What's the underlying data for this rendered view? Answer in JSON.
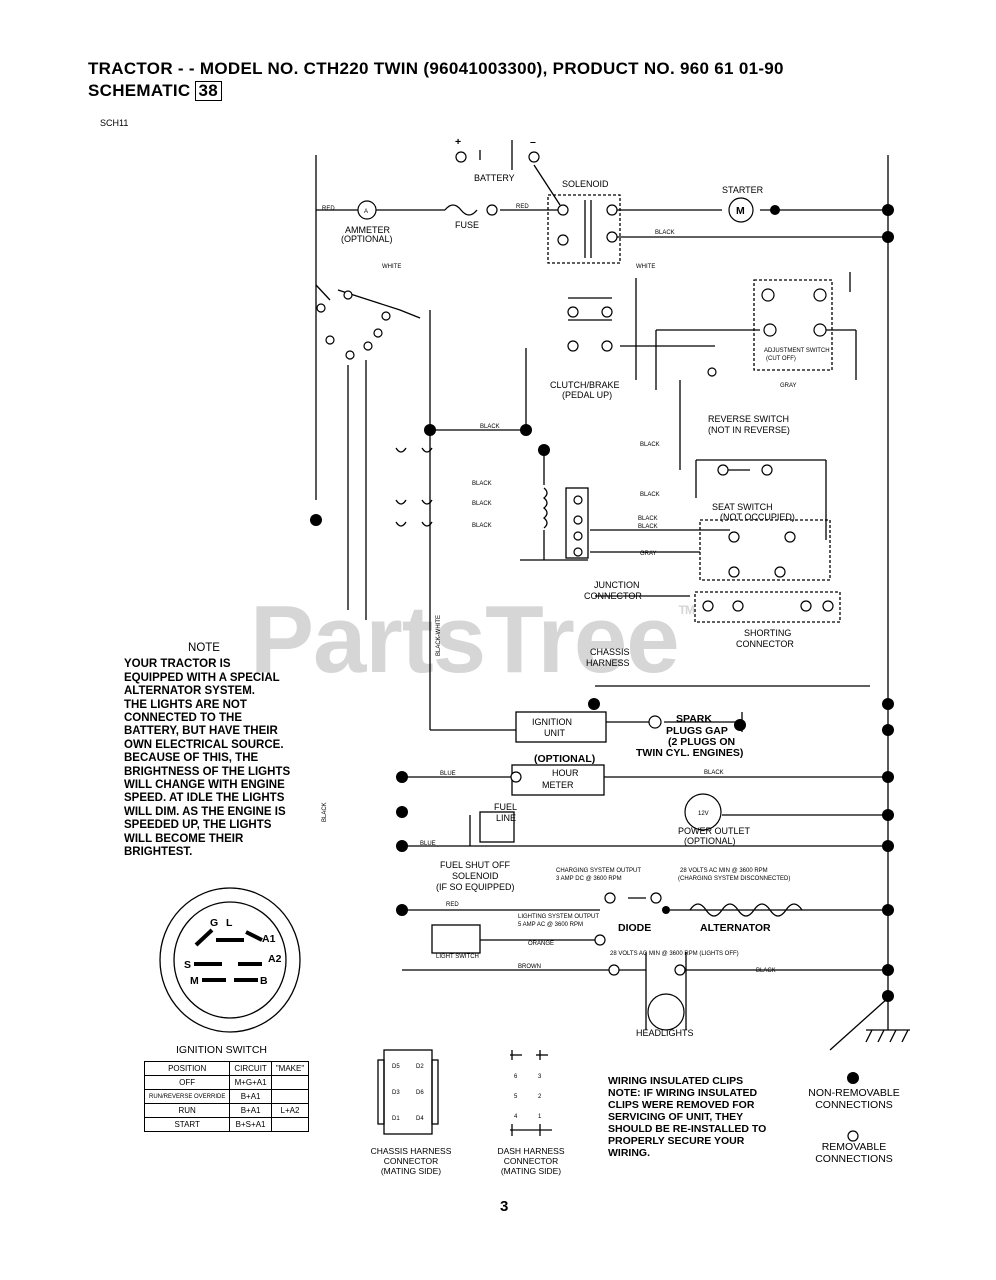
{
  "header": {
    "line1": "TRACTOR - - MODEL NO. CTH220 TWIN  (96041003300), PRODUCT NO. 960 61 01-90",
    "line2": "SCHEMATIC",
    "badge": "38"
  },
  "code": "SCH11",
  "watermark": "PartsTree",
  "watermark_tm": "TM",
  "page_number": "3",
  "note": {
    "title": "NOTE",
    "lines": [
      "YOUR TRACTOR IS",
      "EQUIPPED WITH A SPECIAL",
      "ALTERNATOR SYSTEM.",
      "THE LIGHTS ARE NOT",
      "CONNECTED TO THE",
      "BATTERY, BUT HAVE THEIR",
      "OWN ELECTRICAL SOURCE.",
      "BECAUSE OF THIS, THE",
      "BRIGHTNESS OF THE LIGHTS",
      "WILL CHANGE WITH ENGINE",
      "SPEED.  AT IDLE THE LIGHTS",
      "WILL DIM.  AS THE ENGINE IS",
      "SPEEDED UP, THE LIGHTS",
      "WILL BECOME THEIR",
      "BRIGHTEST."
    ]
  },
  "labels": {
    "plus": "+",
    "minus": "–",
    "battery": "BATTERY",
    "solenoid": "SOLENOID",
    "starter": "STARTER",
    "starter_m": "M",
    "ammeter_a": "A",
    "ammeter": "AMMETER",
    "ammeter_opt": "(OPTIONAL)",
    "fuse": "FUSE",
    "red1": "RED",
    "red2": "RED",
    "black_top": "BLACK",
    "white1": "WHITE",
    "white2": "WHITE",
    "adjustment1": "ADJUSTMENT SWITCH",
    "adjustment2": "(CUT OFF)",
    "gray1": "GRAY",
    "clutch1": "CLUTCH/BRAKE",
    "clutch2": "(PEDAL UP)",
    "black_mid": "BLACK",
    "reverse1": "REVERSE SWITCH",
    "reverse2": "(NOT IN REVERSE)",
    "black_a": "BLACK",
    "black_b": "BLACK",
    "black_c": "BLACK",
    "black_d": "BLACK",
    "black_e": "BLACK",
    "black_f": "BLACK",
    "black_g": "BLACK",
    "seat1": "SEAT SWITCH",
    "seat2": "(NOT OCCUPIED)",
    "gray2": "GRAY",
    "junction1": "JUNCTION",
    "junction2": "CONNECTOR",
    "shorting1": "SHORTING",
    "shorting2": "CONNECTOR",
    "chassis1": "CHASSIS",
    "chassis2": "HARNESS",
    "black_white": "BLACK-WHITE",
    "ignition1": "IGNITION",
    "ignition2": "UNIT",
    "spark1": "SPARK",
    "spark2": "PLUGS GAP",
    "spark3": "(2 PLUGS ON",
    "spark4": "TWIN CYL. ENGINES)",
    "optional": "(OPTIONAL)",
    "hour1": "HOUR",
    "hour2": "METER",
    "blue": "BLUE",
    "black_h": "BLACK",
    "black_v": "BLACK",
    "fuel1": "FUEL",
    "fuel2": "LINE",
    "power1": "POWER OUTLET",
    "power2": "(OPTIONAL)",
    "power_12v": "12V",
    "blue2": "BLUE",
    "fuelsol1": "FUEL SHUT OFF",
    "fuelsol2": "SOLENOID",
    "fuelsol3": "(IF SO EQUIPPED)",
    "charging1": "CHARGING SYSTEM OUTPUT",
    "charging2": "3 AMP DC @ 3600 RPM",
    "volts1": "28 VOLTS AC MIN @ 3600 RPM",
    "volts2": "(CHARGING SYSTEM DISCONNECTED)",
    "red3": "RED",
    "lighting1": "LIGHTING SYSTEM OUTPUT",
    "lighting2": "5 AMP AC @ 3600 RPM",
    "diode": "DIODE",
    "alternator": "ALTERNATOR",
    "light_switch": "LIGHT SWITCH",
    "orange": "ORANGE",
    "volts3": "28 VOLTS AC MIN @ 3600 RPM (LIGHTS OFF)",
    "brown": "BROWN",
    "black_i": "BLACK",
    "headlights": "HEADLIGHTS"
  },
  "ignition_switch": {
    "title": "IGNITION SWITCH",
    "headers": [
      "POSITION",
      "CIRCUIT",
      "\"MAKE\""
    ],
    "rows": [
      [
        "OFF",
        "M+G+A1",
        ""
      ],
      [
        "RUN/REVERSE OVERRIDE",
        "B+A1",
        ""
      ],
      [
        "RUN",
        "B+A1",
        "L+A2"
      ],
      [
        "START",
        "B+S+A1",
        ""
      ]
    ],
    "terminals": [
      "G",
      "L",
      "A1",
      "S",
      "A2",
      "M",
      "B"
    ]
  },
  "connectors": {
    "chassis": [
      "CHASSIS HARNESS",
      "CONNECTOR",
      "(MATING SIDE)"
    ],
    "dash": [
      "DASH HARNESS",
      "CONNECTOR",
      "(MATING SIDE)"
    ],
    "chassis_pins": [
      "D5",
      "D2",
      "D3",
      "D6",
      "D1",
      "D4"
    ],
    "dash_pins": [
      "6",
      "3",
      "5",
      "2",
      "4",
      "1"
    ]
  },
  "clips_note": [
    "WIRING INSULATED CLIPS",
    "NOTE: IF WIRING INSULATED",
    "CLIPS WERE REMOVED FOR",
    "SERVICING OF UNIT, THEY",
    "SHOULD BE RE-INSTALLED TO",
    "PROPERLY SECURE YOUR",
    "WIRING."
  ],
  "legend": {
    "non_removable": [
      "NON-REMOVABLE",
      "CONNECTIONS"
    ],
    "removable": [
      "REMOVABLE",
      "CONNECTIONS"
    ]
  }
}
